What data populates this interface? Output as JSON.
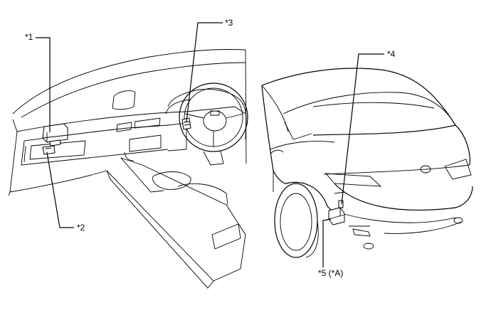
{
  "callouts": {
    "c1": "*1",
    "c2": "*2",
    "c3": "*3",
    "c4": "*4",
    "c5": "*5 (*A)"
  }
}
